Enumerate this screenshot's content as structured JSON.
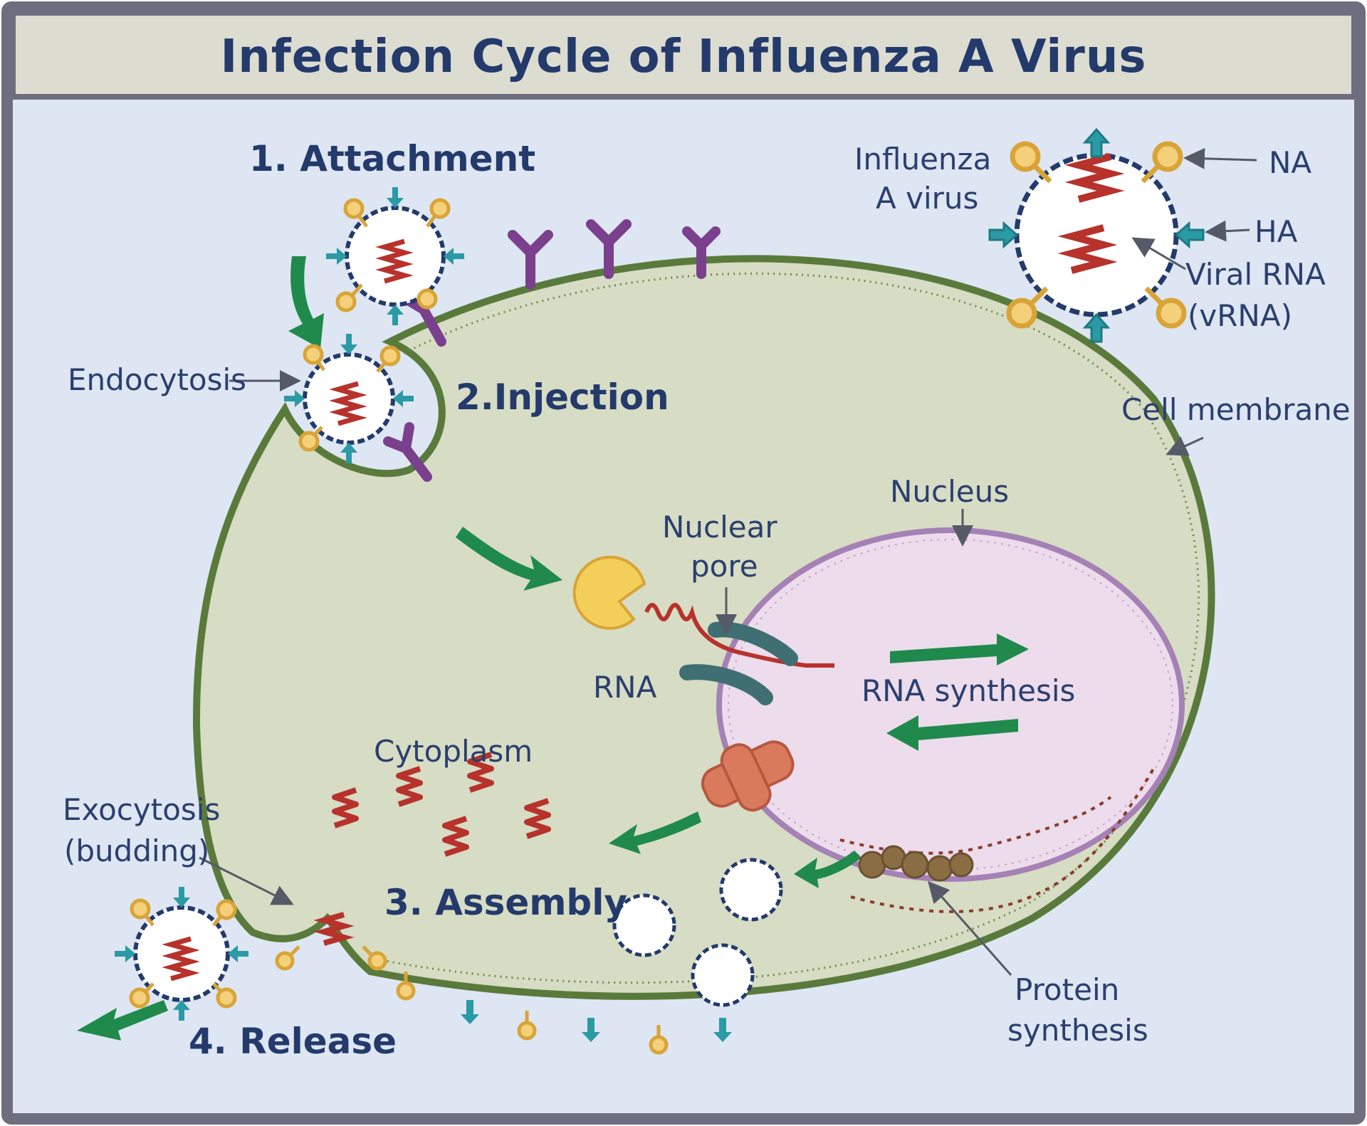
{
  "title": "Infection Cycle of Influenza A Virus",
  "steps": {
    "attachment": "1. Attachment",
    "injection": "2.Injection",
    "assembly": "3. Assembly",
    "release": "4. Release"
  },
  "labels": {
    "endocytosis": "Endocytosis",
    "influenza_line1": "Influenza",
    "influenza_line2": "A virus",
    "na": "NA",
    "ha": "HA",
    "viral_rna": "Viral RNA",
    "vrna": "(vRNA)",
    "cell_membrane": "Cell membrane",
    "nucleus": "Nucleus",
    "nuclear_pore_1": "Nuclear",
    "nuclear_pore_2": "pore",
    "rna": "RNA",
    "rna_synthesis": "RNA synthesis",
    "cytoplasm": "Cytoplasm",
    "exocytosis_1": "Exocytosis",
    "exocytosis_2": "(budding)",
    "protein_synthesis_1": "Protein",
    "protein_synthesis_2": "synthesis"
  },
  "colors": {
    "background": "#dde6f2",
    "frame": "#6f6e80",
    "title_bar": "#dcdcd1",
    "cell_fill": "#d7dcc4",
    "membrane": "#5a7a3c",
    "nucleus_fill": "#ecdcec",
    "nucleus_edge": "#a581b5",
    "arrow": "#1f8a4c",
    "rna": "#b8322c",
    "ha": "#2a9aa5",
    "na": "#d9a437",
    "receptor": "#7a3f8d",
    "text": "#233a6b"
  }
}
